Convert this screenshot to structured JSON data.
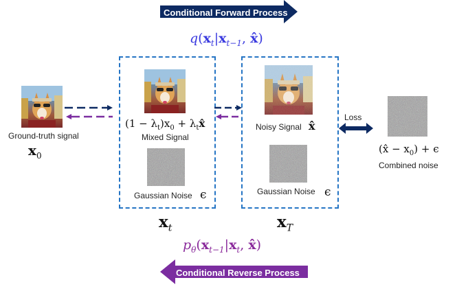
{
  "forward_banner": {
    "label": "Conditional Forward  Process",
    "color": "#0d2a62"
  },
  "reverse_banner": {
    "label": "Conditional Reverse Process",
    "color": "#7b2da0"
  },
  "forward_formula": {
    "prefix": "q(",
    "x_t": "x",
    "t_sub": "t",
    "bar": "|",
    "x_prev": "x",
    "prev_sub": "t−1",
    "comma": ", ",
    "xhat": "x̂",
    "close": ")",
    "color": "#3a3adf"
  },
  "reverse_formula": {
    "prefix": "p",
    "theta": "θ",
    "open": "(",
    "x_prev": "x",
    "prev_sub": "t−1",
    "bar": "|",
    "x_t": "x",
    "t_sub": "t",
    "comma": ", ",
    "xhat": "x̂",
    "close": ")",
    "color": "#8a2a9b"
  },
  "left": {
    "caption": "Ground-truth signal",
    "var": "x",
    "var_sub": "0"
  },
  "frame_t": {
    "mixed_formula": "(1 − λ",
    "mixed_formula_sub": "t",
    "mixed_formula_mid": ")x",
    "mixed_formula_sub2": "0",
    "mixed_formula_end": " + λ",
    "mixed_formula_sub3": "t",
    "mixed_formula_tail": "x̂",
    "mixed_caption": "Mixed Signal",
    "noise_caption": "Gaussian Noise",
    "epsilon": "ϵ",
    "var": "x",
    "var_sub": "t"
  },
  "frame_T": {
    "noisy_caption": "Noisy Signal",
    "xhat": "x̂",
    "noise_caption": "Gaussian Noise",
    "epsilon": "ϵ",
    "var": "x",
    "var_sub": "T"
  },
  "loss": {
    "label": "Loss"
  },
  "right": {
    "formula": "(x̂ − x",
    "formula_sub": "0",
    "formula_end": ") + ϵ",
    "caption": "Combined noise"
  },
  "colors": {
    "frame": "#2474c4",
    "forward_arrow": "#0d2a62",
    "reverse_arrow": "#7b2da0",
    "loss_arrow": "#0d2a62"
  }
}
